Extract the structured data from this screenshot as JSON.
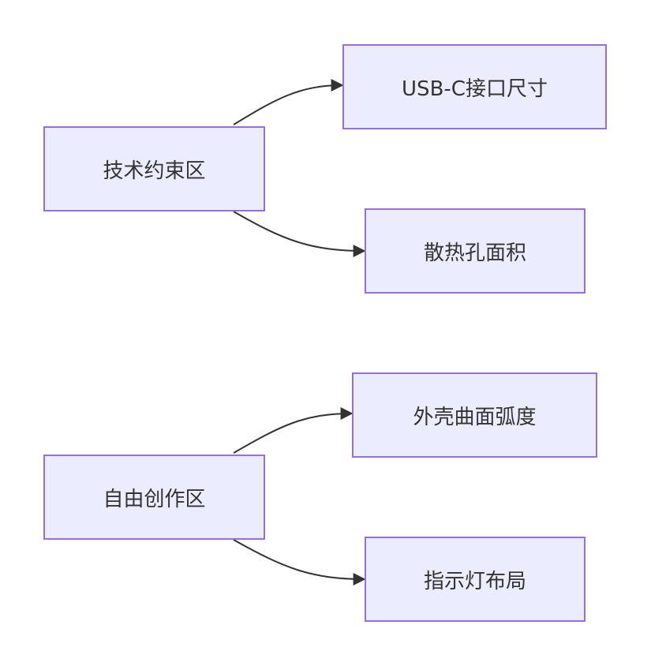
{
  "diagram": {
    "nodes": {
      "tech_zone": "技术约束区",
      "usb_c_size": "USB-C接口尺寸",
      "vent_area": "散热孔面积",
      "free_zone": "自由创作区",
      "shell_curvature": "外壳曲面弧度",
      "indicator_layout": "指示灯布局"
    },
    "edges": [
      {
        "from": "tech_zone",
        "to": "usb_c_size"
      },
      {
        "from": "tech_zone",
        "to": "vent_area"
      },
      {
        "from": "free_zone",
        "to": "shell_curvature"
      },
      {
        "from": "free_zone",
        "to": "indicator_layout"
      }
    ],
    "colors": {
      "node_fill": "#ececff",
      "node_border": "#9370db",
      "edge": "#333333",
      "text": "#333333"
    }
  }
}
